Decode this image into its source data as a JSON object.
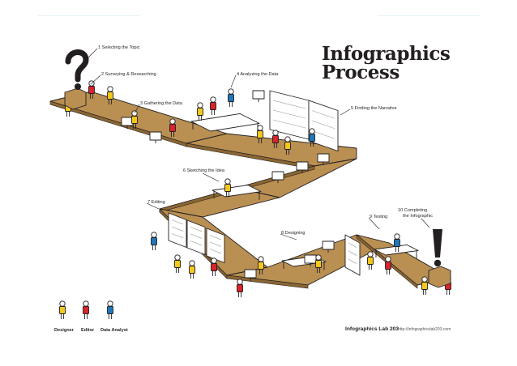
{
  "title": {
    "line1": "Infographics",
    "line2": "Process"
  },
  "steps": [
    {
      "label": "1 Selecting the Topic"
    },
    {
      "label": "2 Surveying & Researching"
    },
    {
      "label": "3 Gathering the Data"
    },
    {
      "label": "4 Analyzing the Data"
    },
    {
      "label": "5 Finding the Narrative"
    },
    {
      "label": "6 Sketching the Idea"
    },
    {
      "label": "7 Editing"
    },
    {
      "label": "8 Designing"
    },
    {
      "label": "9 Testing"
    },
    {
      "label_line1": "10 Completing",
      "label_line2": "the Infographic"
    }
  ],
  "legend": {
    "designer": "Designer",
    "editor": "Editor",
    "analyst": "Data Analyst"
  },
  "credit": {
    "name": "Infographics Lab 203",
    "url": "http://infographicslab203.com"
  },
  "icons": {
    "start_symbol": "question-mark",
    "end_symbol": "exclamation-mark"
  },
  "colors": {
    "floor": "#b98f52",
    "floor_edge": "#8a6632",
    "designer": "#f2c81d",
    "editor": "#d9232b",
    "analyst": "#1f77b8",
    "ink": "#231f20",
    "accent_line": "#e4f1f7"
  }
}
